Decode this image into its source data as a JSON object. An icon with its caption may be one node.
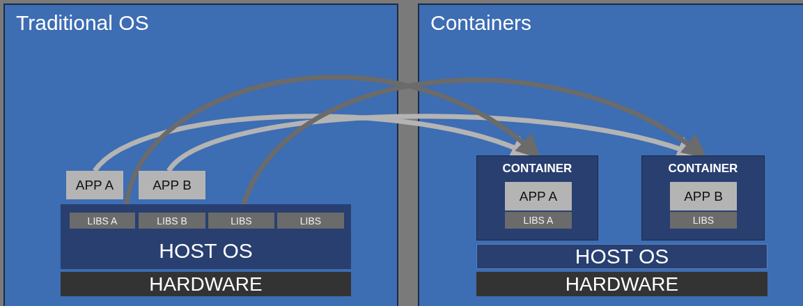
{
  "diagram": {
    "nodes": [
      {
        "text": [
          "Traditional OS"
        ]
      },
      {
        "text": [
          "APP A"
        ],
        "in": 0
      },
      {
        "text": [
          "APP B"
        ],
        "in": 0
      },
      {
        "text": [
          "HOST OS"
        ],
        "in": 0
      },
      {
        "text": [
          "LIBS A"
        ],
        "in": 3
      },
      {
        "text": [
          "LIBS B"
        ],
        "in": 3
      },
      {
        "text": [
          "LIBS"
        ],
        "in": 3
      },
      {
        "text": [
          "LIBS"
        ],
        "in": 3
      },
      {
        "text": [
          "HARDWARE"
        ],
        "in": 0
      },
      {
        "text": [
          "Containers"
        ]
      },
      {
        "text": [
          "CONTAINER"
        ],
        "in": 9
      },
      {
        "text": [
          "APP A"
        ],
        "in": 10
      },
      {
        "text": [
          "LIBS A"
        ],
        "in": 10
      },
      {
        "text": [
          "CONTAINER"
        ],
        "in": 9
      },
      {
        "text": [
          "APP B"
        ],
        "in": 13
      },
      {
        "text": [
          "LIBS"
        ],
        "in": 13
      },
      {
        "text": [
          "HOST OS"
        ],
        "in": 9
      },
      {
        "text": [
          "HARDWARE"
        ],
        "in": 9
      }
    ],
    "edges": [
      {
        "from": 1,
        "to": 10,
        "arrow": "to",
        "color": "#b4b4b4"
      },
      {
        "from": 2,
        "to": 13,
        "arrow": "to",
        "color": "#b4b4b4"
      },
      {
        "from": 4,
        "to": 10,
        "arrow": "to",
        "color": "#6b6b6b"
      },
      {
        "from": 6,
        "to": 13,
        "arrow": "to",
        "color": "#6b6b6b"
      }
    ]
  }
}
